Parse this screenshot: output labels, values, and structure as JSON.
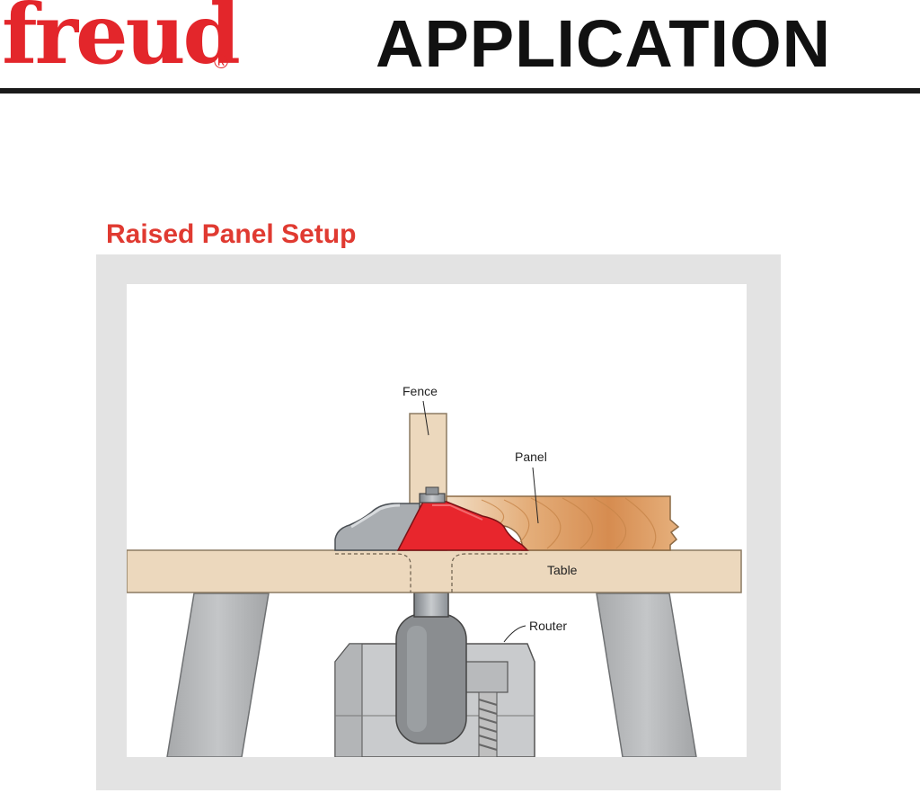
{
  "brand": {
    "logo_text": "freud",
    "registered_mark": "®"
  },
  "header": {
    "title": "APPLICATION"
  },
  "section": {
    "title": "Raised Panel Setup"
  },
  "diagram": {
    "labels": {
      "fence": "Fence",
      "panel": "Panel",
      "table": "Table",
      "router": "Router"
    }
  },
  "colors": {
    "brand_red": "#e3262b",
    "section_red": "#e03a31",
    "frame_gray": "#e3e3e3",
    "wood_light": "#ecd8bd",
    "bit_red": "#e8262d",
    "metal_gray": "#9a9ea3",
    "panel_wood": "#d99257"
  }
}
